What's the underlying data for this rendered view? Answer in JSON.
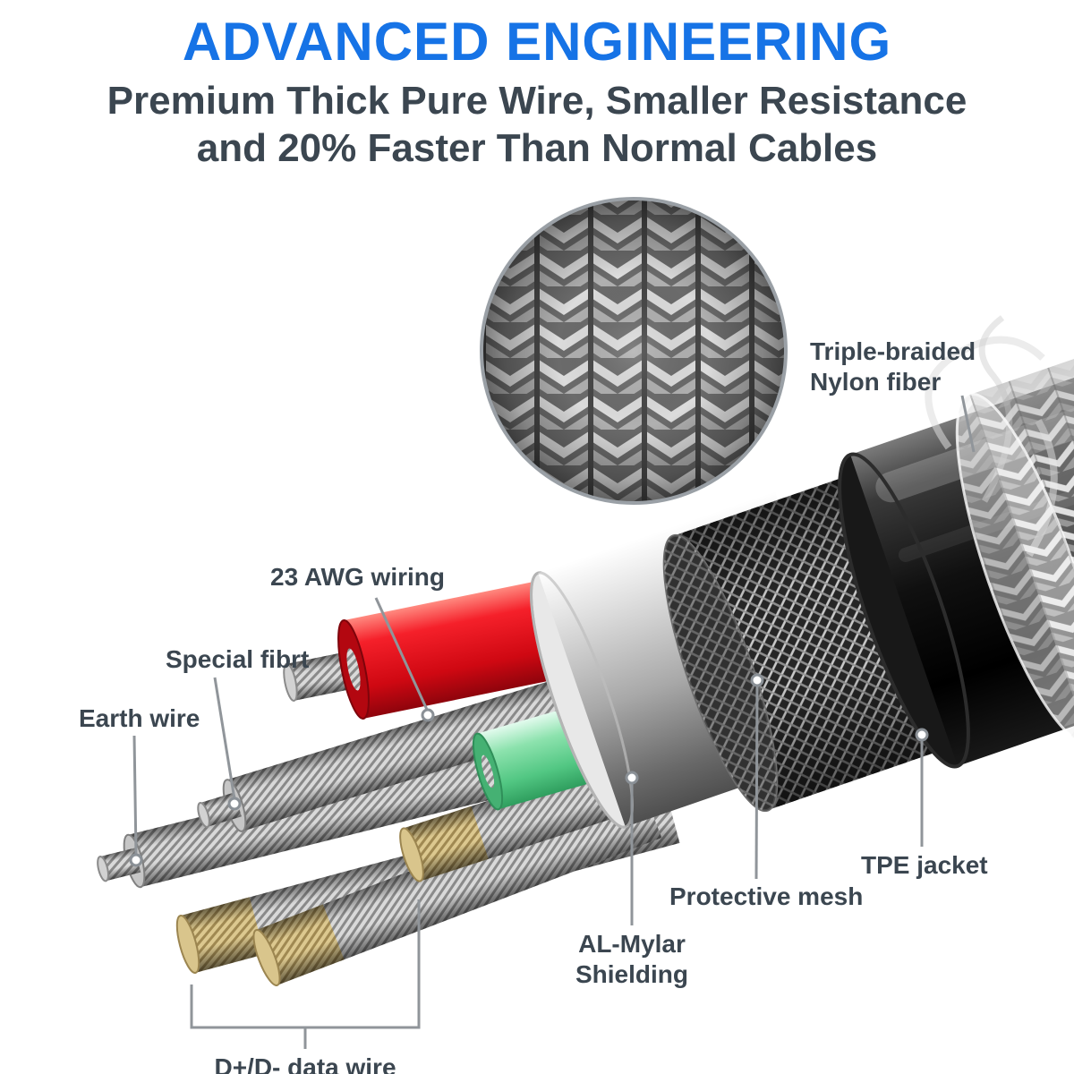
{
  "header": {
    "title": "ADVANCED ENGINEERING",
    "subtitle_line1": "Premium Thick Pure Wire, Smaller Resistance",
    "subtitle_line2": "and 20% Faster Than Normal Cables"
  },
  "callouts": {
    "nylon_line1": "Triple-braided",
    "nylon_line2": "Nylon fiber",
    "awg": "23 AWG wiring",
    "special_fiber": "Special fibrt",
    "earth": "Earth wire",
    "protective_mesh": "Protective mesh",
    "al_mylar_line1": "AL-Mylar",
    "al_mylar_line2": "Shielding",
    "tpe": "TPE jacket",
    "data_wire": "D+/D- data wire"
  },
  "colors": {
    "title_blue": "#1673e6",
    "text_dark": "#3b4650",
    "wire_red": "#e4101c",
    "wire_green": "#63cf8f",
    "shield_silver": "#b9b9b9",
    "jacket_black": "#0c0c0c",
    "leader_gray": "#90959a"
  }
}
